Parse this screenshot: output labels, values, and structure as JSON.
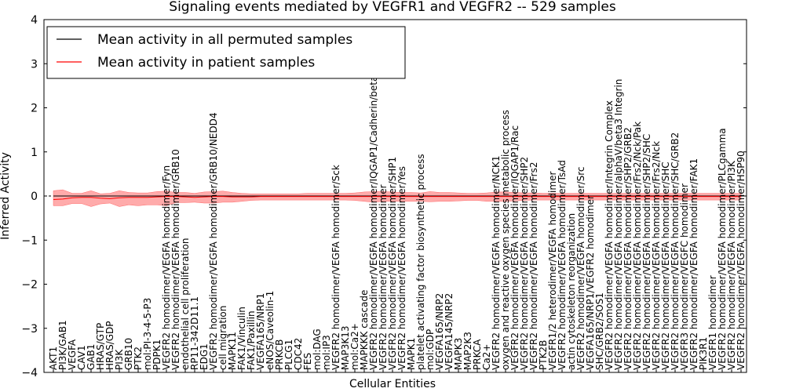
{
  "chart_data": {
    "type": "line",
    "title": "Signaling events mediated by VEGFR1 and VEGFR2 -- 529 samples",
    "xlabel": "Cellular Entities",
    "ylabel": "Inferred Activity",
    "ylim": [
      -4,
      4
    ],
    "yticks": [
      -4,
      -3,
      -2,
      -1,
      0,
      1,
      2,
      3,
      4
    ],
    "grid": false,
    "legend_position": "top-left",
    "legend": [
      {
        "label": "Mean activity in all permuted samples",
        "color": "#000000"
      },
      {
        "label": "Mean activity in patient samples",
        "color": "#ff0000"
      }
    ],
    "band_color": "#ff6666",
    "categories": [
      "AKT1",
      "PI3K/GAB1",
      "VEGFA",
      "CAV1",
      "GAB1",
      "HRAS/GTP",
      "HRAS/GDP",
      "PI3K",
      "GRB10",
      "PTK2",
      "mol:PI-3-4-5-P3",
      "PDPK1",
      "VEGFR2 homodimer/VEGFA homodimer/Fyn",
      "VEGFR2 homodimer/VEGFA homodimer/GRB10",
      "endothelial cell proliferation",
      "RP11-342D11.1",
      "EDG1",
      "VEGFR2 homodimer/VEGFA homodimer/GRB10/NEDD4",
      "cell migration",
      "MAPK11",
      "FAK1/Vinculin",
      "FAK1/Paxillin",
      "VEGFA165/NRP1",
      "eNOS/Caveolin-1",
      "PRKCB",
      "PLCG1",
      "CDC42",
      "FES",
      "mol:DAG",
      "mol:IP3",
      "VEGFR2 homodimer/VEGFA homodimer/Sck",
      "MAP3K13",
      "mol:Ca2+",
      "MAPKKK cascade",
      "VEGFR2 homodimer/VEGFA homodimer/IQGAP1/Cadherin/beta catenin",
      "VEGFR2 homodimer/VEGFA homodimer",
      "VEGFR2 homodimer/VEGFA homodimer/SHP1",
      "VEGFR2 homodimer/VEGFA homodimer/Yes",
      "MAPK1",
      "platelet activating factor biosynthetic process",
      "mol:GDP",
      "VEGFA165/NRP2",
      "VEGFA145/NRP2",
      "MAPK3",
      "MAP2K3",
      "PRKCA",
      "Ca2+",
      "VEGFR2 homodimer/VEGFA homodimer/NCK1",
      "oxygen and reactive oxygen species metabolic process",
      "VEGFR2 homodimer/VEGFA homodimer/IQGAP1/Rac",
      "VEGFR2 homodimer/VEGFA homodimer/SHP2",
      "VEGFR2 homodimer/VEGFA homodimer/Frs2",
      "PTK2B",
      "VEGFR1/2 heterodimer/VEGFA homodimer",
      "VEGFR2 homodimer/VEGFA homodimer/TsAd",
      "actin cytoskeleton reorganization",
      "VEGFR2 homodimer/VEGFA homodimer/Src",
      "VEGFA165/NRP1/VEGFR2 homodimer",
      "SHC/GRB2/SOS1",
      "VEGFR2 homodimer/VEGFA homodimer/Integrin Complex",
      "VEGFR2 homodimer/VEGFA homodimer/alphaV/beta3 Integrin",
      "VEGFR2 homodimer/VEGFA homodimer/SHP2/GRB2",
      "VEGFR2 homodimer/VEGFA homodimer/Frs2/Nck/Pak",
      "VEGFR2 homodimer/VEGFA homodimer/SHP2/SHC",
      "VEGFR2 homodimer/VEGFA homodimer/Frs2/Nck",
      "VEGFR2 homodimer/VEGFA homodimer/SHC",
      "VEGFR2 homodimer/VEGFA homodimer/SHC/GRB2",
      "VEGFR3 homodimer/VEGFC homodimer",
      "VEGFR2 homodimer/VEGFA homodimer/FAK1",
      "PIK3R1",
      "VEGFR1 homodimer",
      "VEGFR2 homodimer/VEGFA homodimer/PLCgamma",
      "VEGFR2 homodimer/VEGFA homodimer/PI3K",
      "VEGFR2 homodimer/VEGFA homodimer/HSP90"
    ],
    "series": [
      {
        "name": "Mean activity in all permuted samples",
        "values": [
          0,
          0,
          0,
          0,
          0,
          0,
          0,
          0,
          0,
          0,
          0,
          0,
          0,
          0,
          0,
          0,
          0,
          0,
          0,
          0,
          0,
          0,
          0,
          0,
          0,
          0,
          0,
          0,
          0,
          0,
          0,
          0,
          0,
          0,
          0,
          0,
          0,
          0,
          0,
          0,
          0,
          0,
          0,
          0,
          0,
          0,
          0,
          0,
          0,
          0,
          0,
          0,
          0,
          0,
          0,
          0,
          0,
          0,
          0,
          0,
          0,
          0,
          0,
          0,
          0,
          0,
          0,
          0,
          0,
          0,
          0,
          0,
          0,
          0
        ]
      },
      {
        "name": "Mean activity in patient samples",
        "values": [
          -0.08,
          -0.07,
          -0.04,
          -0.03,
          -0.03,
          -0.05,
          -0.06,
          -0.04,
          -0.03,
          -0.03,
          -0.03,
          -0.02,
          -0.01,
          -0.01,
          -0.02,
          -0.03,
          -0.02,
          -0.01,
          -0.01,
          -0.02,
          -0.02,
          -0.02,
          -0.01,
          -0.01,
          -0.01,
          -0.01,
          -0.01,
          -0.01,
          -0.01,
          -0.01,
          -0.01,
          -0.01,
          -0.01,
          -0.01,
          -0.01,
          -0.01,
          -0.01,
          -0.01,
          -0.01,
          -0.01,
          -0.01,
          -0.01,
          -0.01,
          -0.01,
          -0.01,
          -0.01,
          -0.01,
          -0.01,
          -0.01,
          -0.01,
          -0.01,
          -0.01,
          -0.01,
          -0.01,
          -0.01,
          -0.01,
          -0.01,
          -0.01,
          -0.01,
          -0.01,
          -0.01,
          -0.01,
          -0.01,
          -0.01,
          -0.01,
          -0.01,
          -0.01,
          -0.01,
          -0.01,
          -0.01,
          -0.01,
          -0.01,
          -0.01,
          -0.01
        ],
        "upper": [
          0.12,
          0.14,
          0.06,
          0.06,
          0.12,
          0.05,
          0.06,
          0.12,
          0.08,
          0.07,
          0.07,
          0.1,
          0.11,
          0.08,
          0.08,
          0.06,
          0.09,
          0.1,
          0.11,
          0.08,
          0.06,
          0.05,
          0.05,
          0.05,
          0.05,
          0.05,
          0.05,
          0.06,
          0.06,
          0.06,
          0.06,
          0.06,
          0.07,
          0.09,
          0.1,
          0.1,
          0.09,
          0.08,
          0.08,
          0.07,
          0.1,
          0.08,
          0.08,
          0.07,
          0.06,
          0.06,
          0.07,
          0.09,
          0.09,
          0.08,
          0.07,
          0.07,
          0.06,
          0.06,
          0.06,
          0.06,
          0.06,
          0.06,
          0.06,
          0.06,
          0.06,
          0.06,
          0.06,
          0.06,
          0.06,
          0.06,
          0.06,
          0.06,
          0.06,
          0.06,
          0.06,
          0.06,
          0.06,
          0.06
        ],
        "lower": [
          -0.22,
          -0.22,
          -0.17,
          -0.17,
          -0.24,
          -0.18,
          -0.16,
          -0.24,
          -0.2,
          -0.22,
          -0.2,
          -0.2,
          -0.22,
          -0.15,
          -0.15,
          -0.14,
          -0.16,
          -0.16,
          -0.14,
          -0.14,
          -0.12,
          -0.1,
          -0.09,
          -0.09,
          -0.09,
          -0.09,
          -0.09,
          -0.09,
          -0.09,
          -0.09,
          -0.09,
          -0.09,
          -0.1,
          -0.12,
          -0.14,
          -0.12,
          -0.12,
          -0.12,
          -0.12,
          -0.12,
          -0.13,
          -0.12,
          -0.12,
          -0.11,
          -0.1,
          -0.1,
          -0.12,
          -0.12,
          -0.12,
          -0.11,
          -0.1,
          -0.09,
          -0.09,
          -0.09,
          -0.09,
          -0.09,
          -0.09,
          -0.09,
          -0.09,
          -0.09,
          -0.09,
          -0.09,
          -0.09,
          -0.09,
          -0.09,
          -0.09,
          -0.09,
          -0.09,
          -0.09,
          -0.09,
          -0.09,
          -0.09,
          -0.09,
          -0.09
        ]
      }
    ]
  }
}
